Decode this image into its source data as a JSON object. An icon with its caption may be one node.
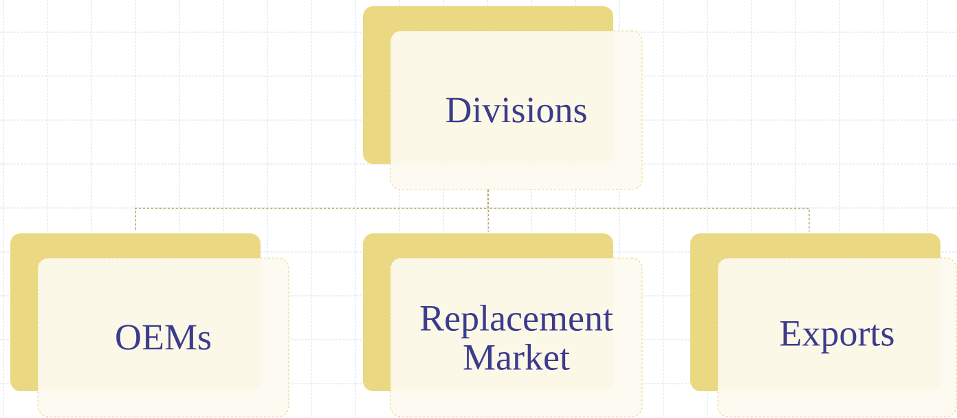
{
  "diagram": {
    "nodes": [
      {
        "text": [
          "Divisions"
        ]
      },
      {
        "text": [
          "OEMs"
        ]
      },
      {
        "text": [
          "Replacement Market"
        ]
      },
      {
        "text": [
          "Exports"
        ]
      }
    ],
    "edges": [
      {
        "from": 0,
        "to": 1,
        "arrow": "none"
      },
      {
        "from": 0,
        "to": 2,
        "arrow": "none"
      },
      {
        "from": 0,
        "to": 3,
        "arrow": "none"
      }
    ]
  }
}
